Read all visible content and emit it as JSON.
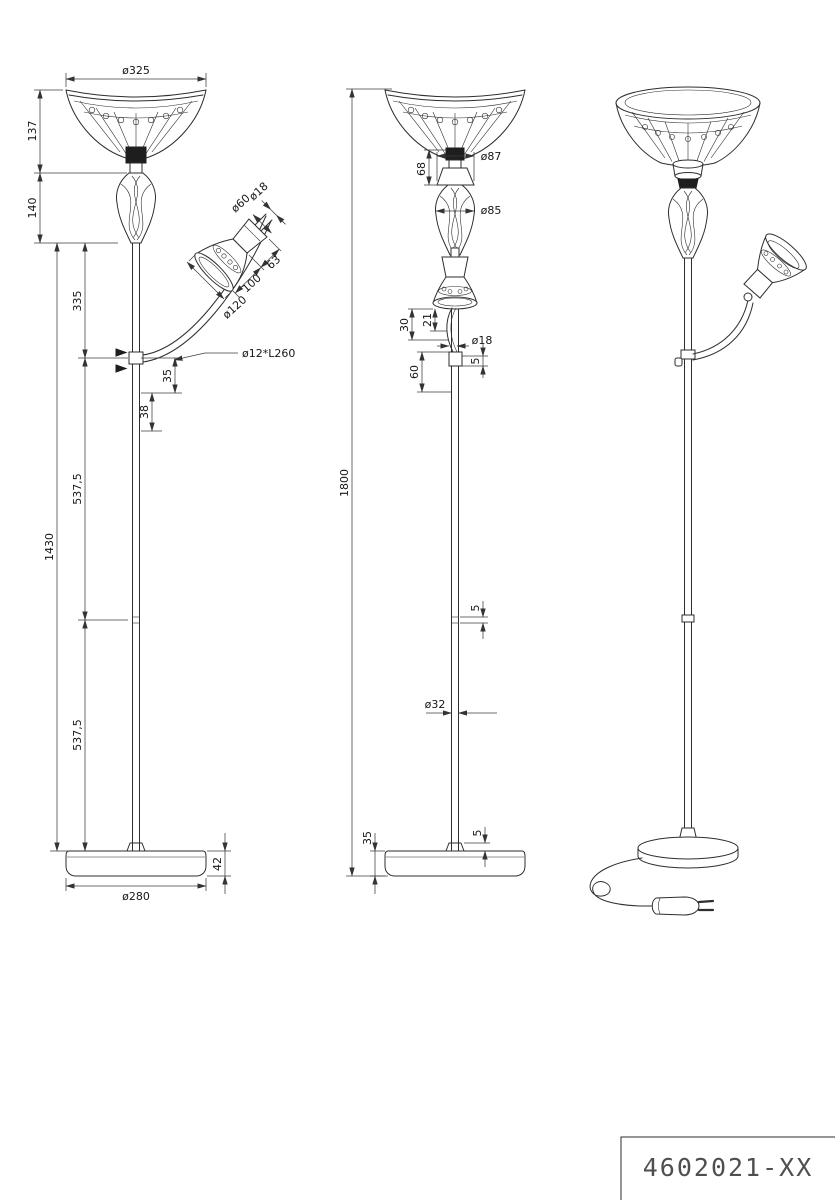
{
  "title_block": {
    "part_number": "4602021-XX"
  },
  "front_view": {
    "dims": {
      "shade_dia": "ø325",
      "shade_h": "137",
      "ornament_h": "140",
      "pole_upper": "335",
      "pole_total": "1430",
      "pole_seg_upper": "537,5",
      "pole_seg_lower": "537,5",
      "switch_gap_a": "35",
      "switch_gap_b": "38",
      "arm_spec": "ø12*L260",
      "spot_tube_dia": "ø18",
      "spot_cap_dia": "ø60",
      "spot_cap_len": "63",
      "spot_shade_len": "100",
      "spot_rim_dia": "ø120",
      "base_dia": "ø280",
      "base_h": "42"
    }
  },
  "side_view": {
    "dims": {
      "socket_h": "68",
      "socket_dia": "ø87",
      "ornament_dia": "ø85",
      "arm_offset_a": "30",
      "arm_offset_b": "21",
      "arm_tube_dia": "ø18",
      "collar_gap": "5",
      "arm_drop": "60",
      "total_h": "1800",
      "joint_gap": "5",
      "pole_dia": "ø32",
      "base_edge": "35",
      "foot_gap": "5"
    }
  }
}
